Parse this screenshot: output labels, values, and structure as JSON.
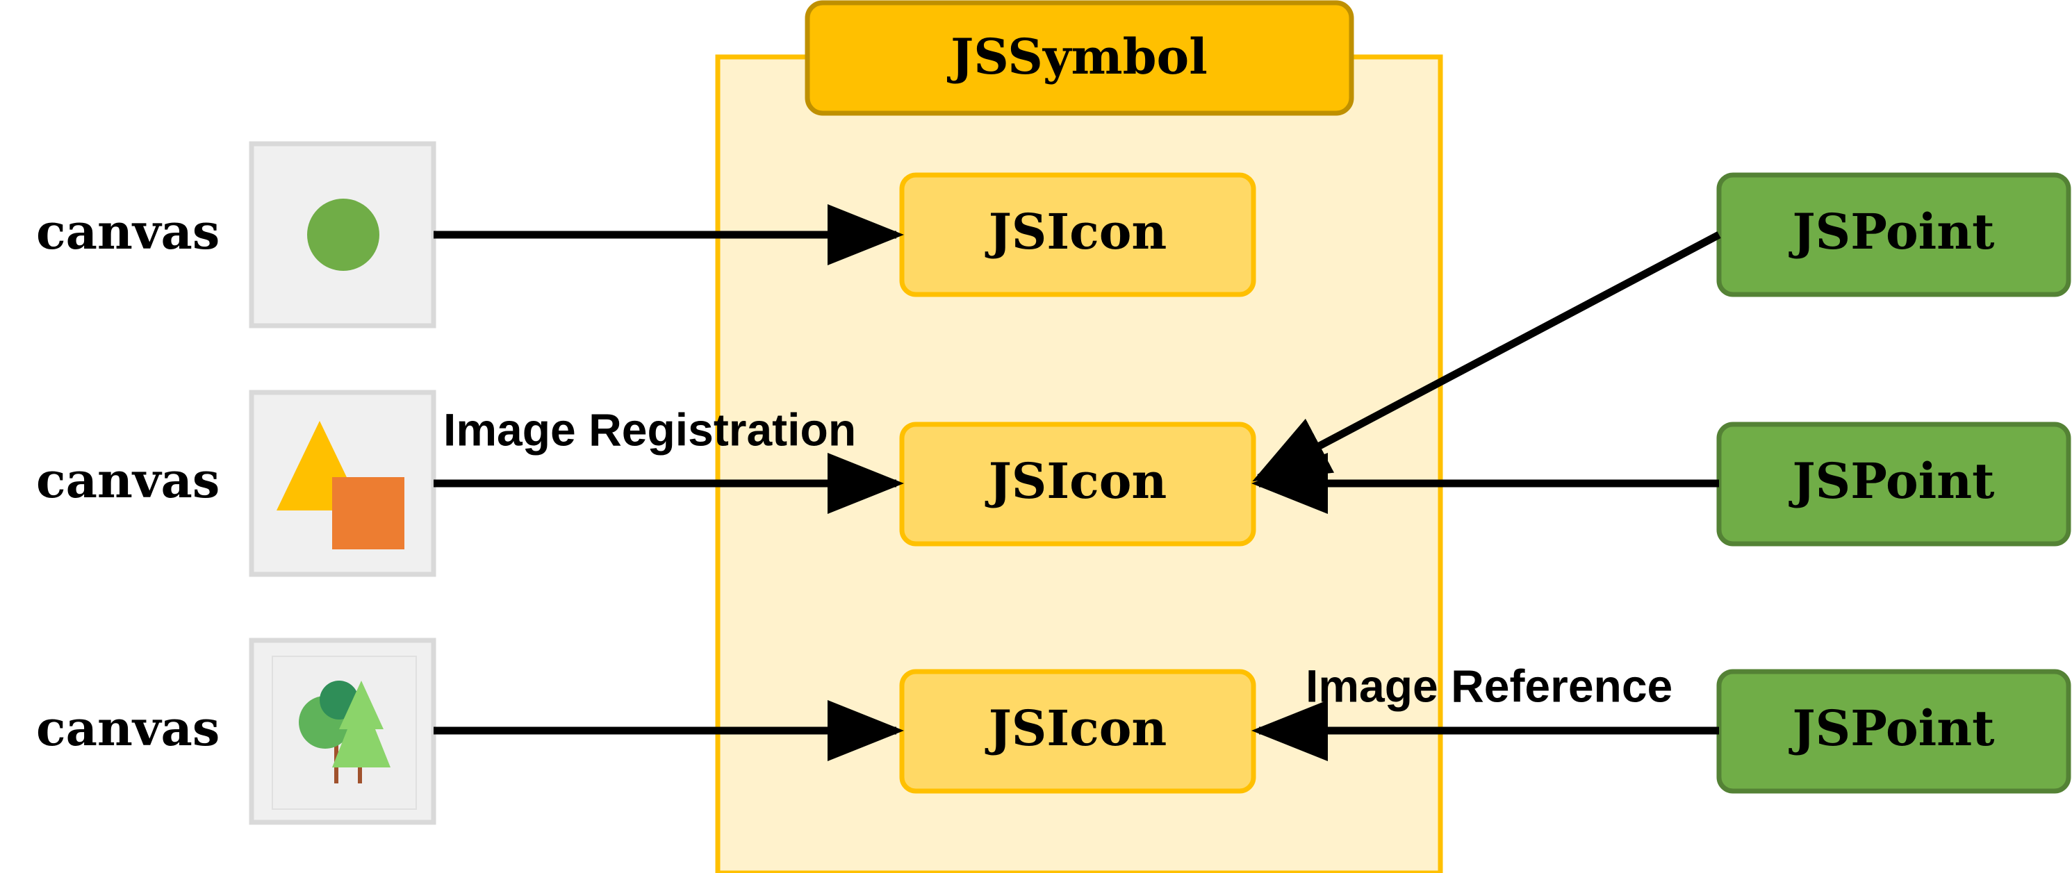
{
  "container": {
    "title": "JSSymbol"
  },
  "canvases": [
    {
      "label": "canvas",
      "icon": "green-circle-icon"
    },
    {
      "label": "canvas",
      "icon": "triangle-square-icon"
    },
    {
      "label": "canvas",
      "icon": "trees-icon"
    }
  ],
  "icons": [
    {
      "label": "JSIcon"
    },
    {
      "label": "JSIcon"
    },
    {
      "label": "JSIcon"
    }
  ],
  "points": [
    {
      "label": "JSPoint"
    },
    {
      "label": "JSPoint"
    },
    {
      "label": "JSPoint"
    }
  ],
  "annotations": {
    "registration": "Image Registration",
    "reference": "Image Reference"
  },
  "colors": {
    "container_fill": "#FFF2CC",
    "container_stroke": "#FFC000",
    "title_fill": "#FFC000",
    "title_stroke": "#BF9000",
    "icon_fill": "#FFD966",
    "icon_stroke": "#FFC000",
    "point_fill": "#70AD47",
    "point_stroke": "#548235",
    "canvas_fill": "#F0F0F0",
    "canvas_stroke": "#D9D9D9"
  }
}
